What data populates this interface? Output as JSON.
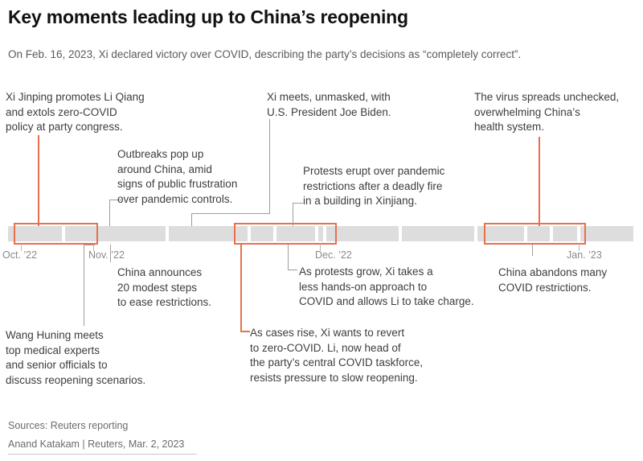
{
  "header": {
    "title": "Key moments leading up to China’s reopening",
    "subtitle": "On Feb. 16, 2023, Xi declared victory over COVID, describing the party’s decisions as “completely correct”."
  },
  "colors": {
    "accent": "#e8704a",
    "bar_segment": "#dddddd",
    "text": "#3d3d3d",
    "muted": "#8a8a8a",
    "leader": "#9d9d9d"
  },
  "axis": {
    "months": [
      {
        "label": "Oct. ’22"
      },
      {
        "label": "Nov. ’22"
      },
      {
        "label": "Dec. ’22"
      },
      {
        "label": "Jan. ’23"
      }
    ]
  },
  "annotations": [
    {
      "id": "xi-promotes-li-qiang",
      "text": "Xi Jinping promotes Li Qiang\nand extols zero-COVID\npolicy at party congress."
    },
    {
      "id": "outbreaks-pop-up",
      "text": "Outbreaks pop up\naround China, amid\nsigns of public frustration\nover pandemic controls."
    },
    {
      "id": "xi-meets-biden",
      "text": "Xi meets, unmasked, with\nU.S. President Joe Biden."
    },
    {
      "id": "protests-erupt",
      "text": "Protests erupt over pandemic\nrestrictions after a deadly fire\nin a building in Xinjiang."
    },
    {
      "id": "virus-spreads-unchecked",
      "text": "The virus spreads unchecked,\noverwhelming China’s\nhealth system."
    },
    {
      "id": "china-announces-20-steps",
      "text": "China announces\n20 modest steps\nto ease restrictions."
    },
    {
      "id": "wang-huning-meets",
      "text": "Wang Huning meets\ntop medical experts\nand senior officials to\ndiscuss reopening scenarios."
    },
    {
      "id": "as-protests-grow",
      "text": "As protests grow, Xi takes a\nless hands-on approach to\nCOVID and allows Li to take charge."
    },
    {
      "id": "as-cases-rise",
      "text": "As cases rise, Xi wants to revert\nto zero-COVID. Li, now head of\nthe party’s central COVID taskforce,\nresists pressure to slow reopening."
    },
    {
      "id": "china-abandons-restrictions",
      "text": "China abandons many\nCOVID restrictions."
    }
  ],
  "footer": {
    "sources": "Sources: Reuters reporting",
    "credit": "Anand Katakam  |  Reuters, Mar. 2, 2023"
  }
}
